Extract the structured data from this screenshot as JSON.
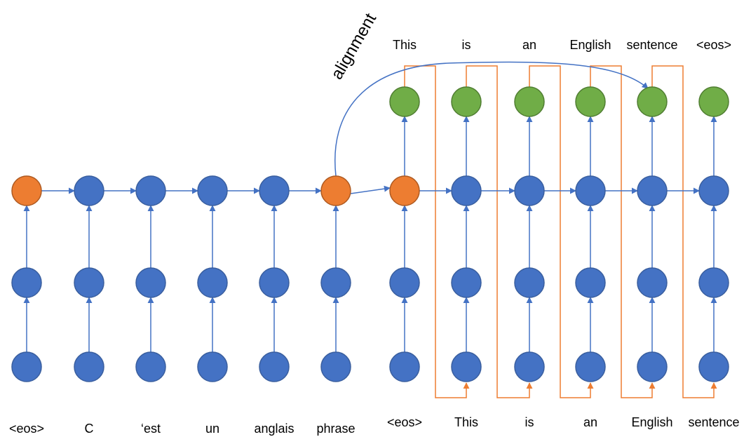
{
  "annotation": "alignment",
  "encoder": {
    "tokens": [
      "<eos>",
      "C",
      "‘est",
      "un",
      "anglais",
      "phrase"
    ]
  },
  "decoder": {
    "input_tokens": [
      "<eos>",
      "This",
      "is",
      "an",
      "English",
      "sentence"
    ],
    "output_tokens": [
      "This",
      "is",
      "an",
      "English",
      "sentence",
      "<eos>"
    ]
  },
  "colors": {
    "hidden_node": "#4472C4",
    "state_node": "#ED7D31",
    "output_node": "#70AD47",
    "arrow": "#4472C4",
    "feedback": "#ED7D31"
  }
}
